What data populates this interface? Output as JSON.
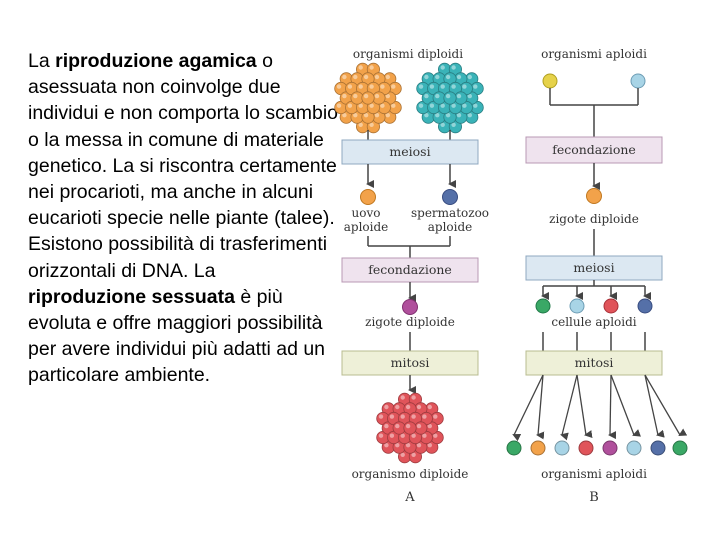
{
  "text": {
    "t1": "La ",
    "t2": "riproduzione agamica",
    "t3": " o asessuata non coinvolge  due individui e non comporta lo scambio o la  messa in comune di materiale genetico. La si riscontra certamente nei procarioti, ma anche in alcuni eucarioti specie nelle piante (talee). Esistono possibilità di trasferimenti orizzontali di DNA. La ",
    "t4": "riproduzione sessuata",
    "t5": " è più evoluta e offre maggiori possibilità per avere individui più adatti ad un particolare ambiente."
  },
  "diagram_a": {
    "top_label": "organismi diploidi",
    "box1": "meiosi",
    "gamete_left_line1": "uovo",
    "gamete_left_line2": "aploide",
    "gamete_right_line1": "spermatozoo",
    "gamete_right_line2": "aploide",
    "box2": "fecondazione",
    "zygote_label": "zigote diploide",
    "box3": "mitosi",
    "bottom_label": "organismo diploide",
    "letter": "A"
  },
  "diagram_b": {
    "top_label": "organismi aploidi",
    "box1": "fecondazione",
    "zygote_label": "zigote diploide",
    "box2": "meiosi",
    "cells_label": "cellule aploidi",
    "box3": "mitosi",
    "bottom_label": "organismi aploidi",
    "letter": "B"
  },
  "colors": {
    "box_blue": "#dce8f2",
    "box_pink": "#efe3ee",
    "box_green": "#eef0d8",
    "cell_orange": "#f2a24a",
    "cell_teal": "#3ab3b8",
    "cell_red": "#e0545a",
    "cell_purple": "#b0509c",
    "cell_blue": "#5570a8",
    "cell_yellow": "#e6d24a",
    "cell_green": "#3aa866",
    "cell_lightblue": "#a8d4e6"
  }
}
